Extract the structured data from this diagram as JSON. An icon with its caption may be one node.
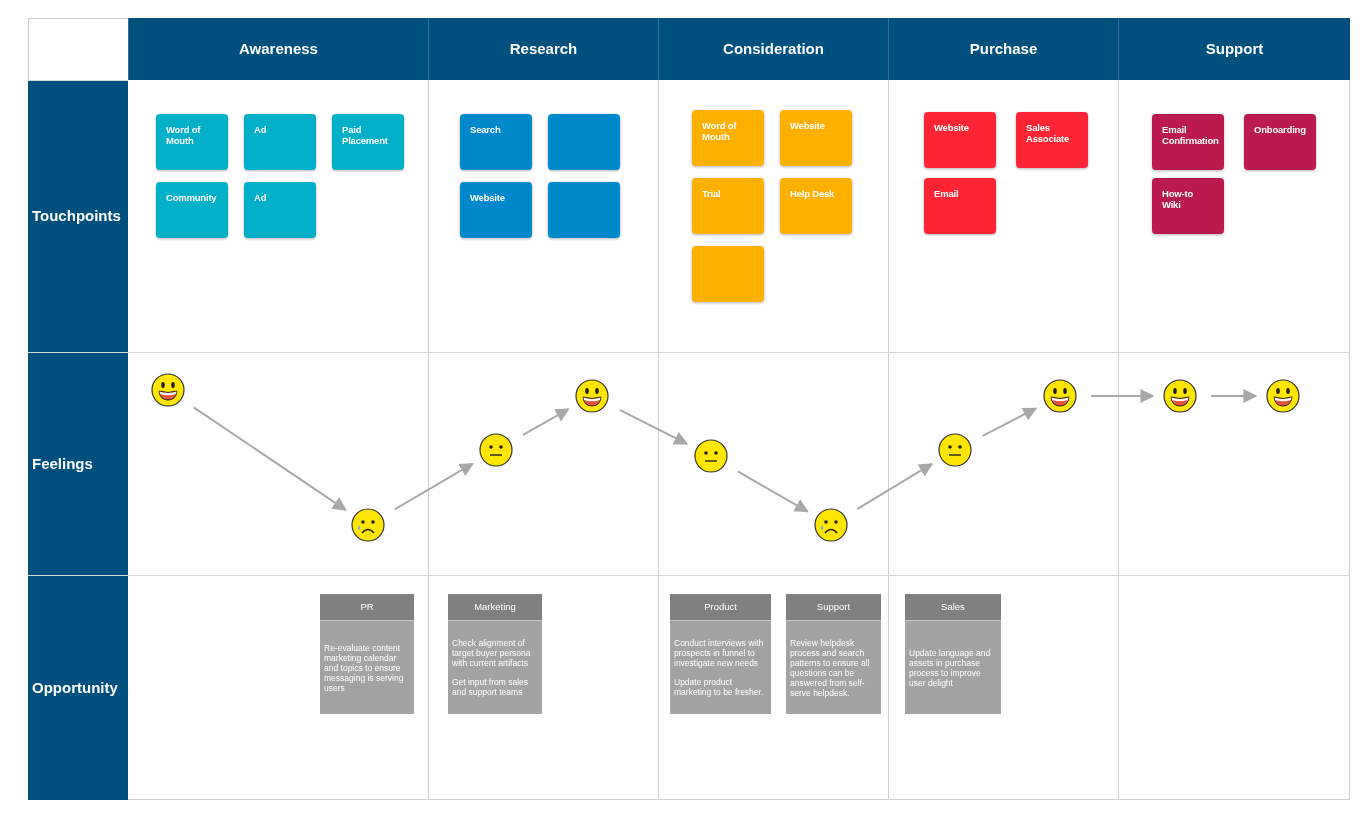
{
  "diagram": {
    "nodes": [
      {
        "text": [
          "Awareness"
        ]
      },
      {
        "text": [
          "Research"
        ]
      },
      {
        "text": [
          "Consideration"
        ]
      },
      {
        "text": [
          "Purchase"
        ]
      },
      {
        "text": [
          "Support"
        ]
      },
      {
        "text": [
          "Touchpoints"
        ]
      },
      {
        "text": [
          "Word of Mouth"
        ]
      },
      {
        "text": [
          "Ad"
        ]
      },
      {
        "text": [
          "Paid Placement"
        ]
      },
      {
        "text": [
          "Community"
        ]
      },
      {
        "text": [
          "Ad"
        ]
      },
      {
        "text": [
          "Search"
        ]
      },
      {
        "text": [],
        "shape": "box"
      },
      {
        "text": [
          "Website"
        ]
      },
      {
        "text": [],
        "shape": "box"
      },
      {
        "text": [
          "Word of Mouth"
        ]
      },
      {
        "text": [
          "Website"
        ]
      },
      {
        "text": [
          "Trial"
        ]
      },
      {
        "text": [
          "Help Desk"
        ]
      },
      {
        "text": [],
        "shape": "box"
      },
      {
        "text": [
          "Website"
        ]
      },
      {
        "text": [
          "Sales Associate"
        ]
      },
      {
        "text": [
          "Email"
        ]
      },
      {
        "text": [
          "Email Confirmation"
        ]
      },
      {
        "text": [
          "Onboarding"
        ]
      },
      {
        "text": [
          "How-to Wiki"
        ]
      },
      {
        "text": [
          "Feelings"
        ]
      },
      {
        "text": [],
        "shape": "picture"
      },
      {
        "text": [],
        "shape": "picture"
      },
      {
        "text": [],
        "shape": "picture"
      },
      {
        "text": [],
        "shape": "picture"
      },
      {
        "text": [],
        "shape": "picture"
      },
      {
        "text": [],
        "shape": "picture"
      },
      {
        "text": [],
        "shape": "picture"
      },
      {
        "text": [],
        "shape": "picture"
      },
      {
        "text": [],
        "shape": "picture"
      },
      {
        "text": [],
        "shape": "picture"
      },
      {
        "text": [
          "Opportunity"
        ]
      },
      {
        "text": [
          "PR",
          "Re-evaluate content marketing calendar and topics to ensure messaging is serving users"
        ]
      },
      {
        "text": [
          "Marketing",
          "Check alignment of target buyer persona with current artifacts",
          "Get input from sales and support teams"
        ]
      },
      {
        "text": [
          "Product",
          "Conduct interviews with prospects in funnel to investigate new needs",
          "Update product marketing to be fresher."
        ]
      },
      {
        "text": [
          "Support",
          "Review helpdesk process and search patterns to ensure all questions can be answered from self-serve helpdesk."
        ]
      },
      {
        "text": [
          "Sales",
          "Update language and assets in purchase process to improve user delight"
        ]
      }
    ],
    "edges": [
      {
        "from": 27,
        "to": 28,
        "arrow": "to"
      },
      {
        "from": 28,
        "to": 29,
        "arrow": "to"
      },
      {
        "from": 29,
        "to": 30,
        "arrow": "to"
      },
      {
        "from": 30,
        "to": 31,
        "arrow": "to"
      },
      {
        "from": 31,
        "to": 32,
        "arrow": "to"
      },
      {
        "from": 32,
        "to": 33,
        "arrow": "to"
      },
      {
        "from": 33,
        "to": 34,
        "arrow": "to"
      },
      {
        "from": 34,
        "to": 35,
        "arrow": "to"
      },
      {
        "from": 35,
        "to": 36,
        "arrow": "to"
      }
    ]
  }
}
